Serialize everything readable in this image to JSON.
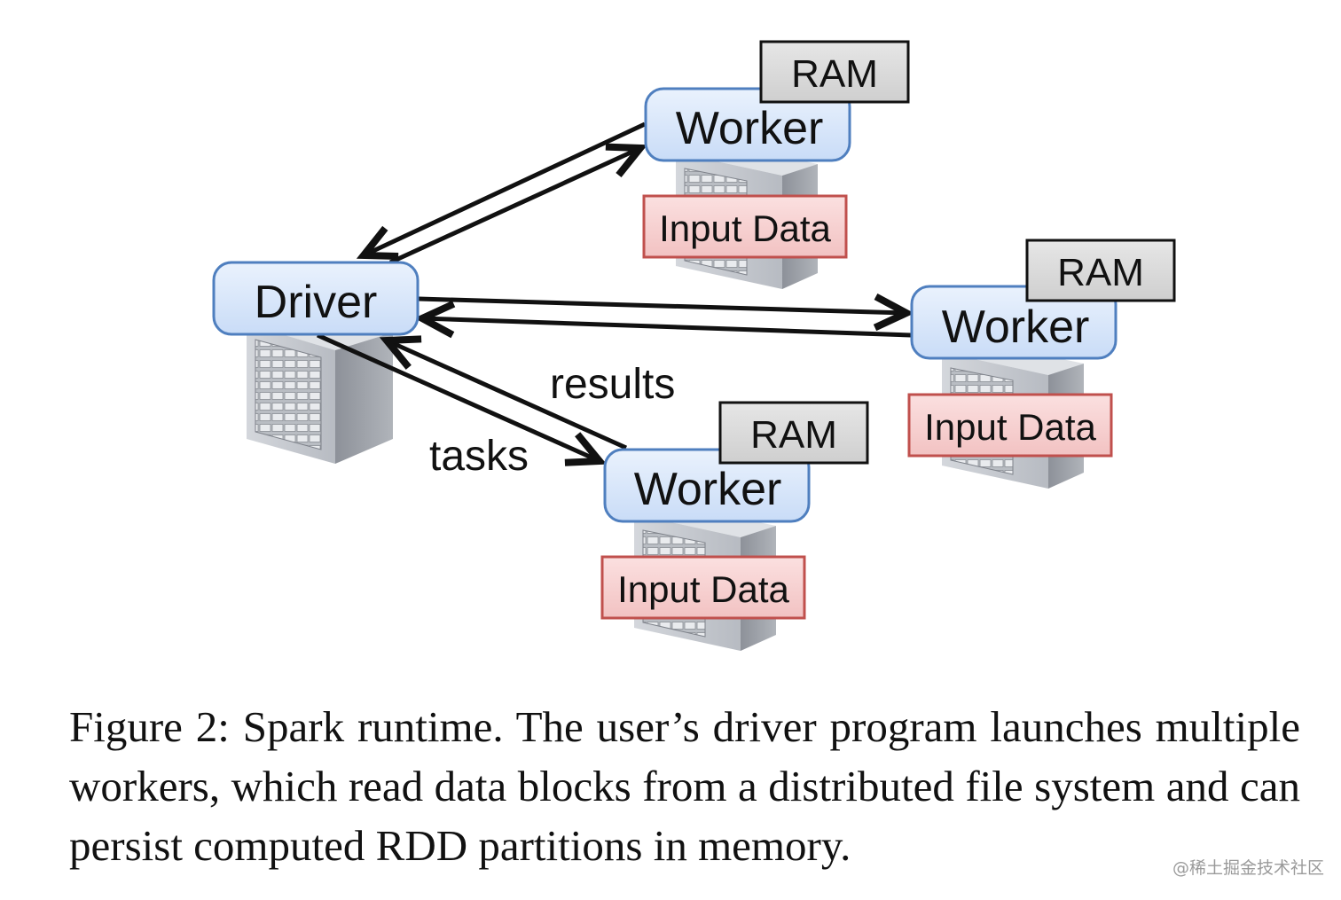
{
  "diagram": {
    "nodes": {
      "driver": {
        "label": "Driver"
      },
      "worker_top": {
        "label": "Worker",
        "ram": "RAM",
        "input": "Input Data"
      },
      "worker_right": {
        "label": "Worker",
        "ram": "RAM",
        "input": "Input Data"
      },
      "worker_bottom": {
        "label": "Worker",
        "ram": "RAM",
        "input": "Input Data"
      }
    },
    "edge_labels": {
      "results": "results",
      "tasks": "tasks"
    }
  },
  "caption": "Figure 2: Spark runtime. The user’s driver program launches multiple workers, which read data blocks from a distributed file system and can persist computed RDD partitions in memory.",
  "watermark": "@稀土掘金技术社区",
  "colors": {
    "node_fill": "#dbe8fb",
    "node_stroke": "#4f7fbf",
    "ram_fill": "#d9d9d9",
    "input_fill": "#f6cdcd",
    "input_stroke": "#c0504d",
    "server_body": "#c9ccd1"
  },
  "icons": [
    "server-icon"
  ]
}
